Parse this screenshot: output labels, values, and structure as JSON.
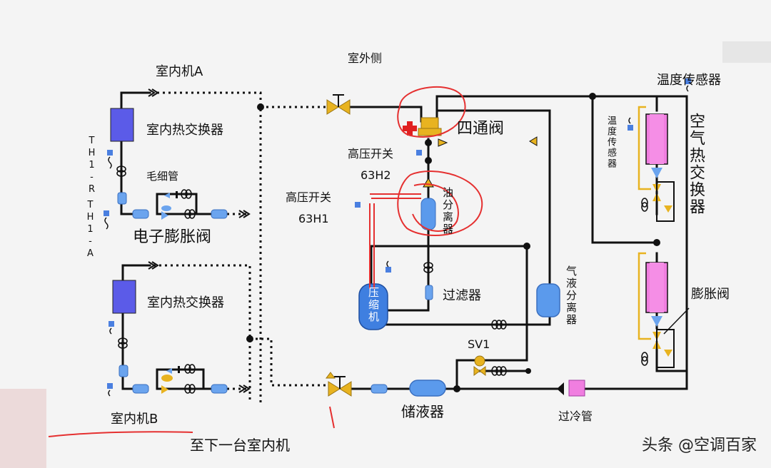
{
  "labels": {
    "outdoor_side": "室外侧",
    "indoor_a": "室内机A",
    "indoor_b": "室内机B",
    "hx_a": "室内热交换器",
    "hx_b": "室内热交换器",
    "capillary": "毛细管",
    "eev": "电子膨胀阀",
    "th1r": "TH1-R",
    "th1a": "TH1-A",
    "four_way": "四通阀",
    "hp_switch_2": "高压开关",
    "hp_63h2": "63H2",
    "hp_switch_1": "高压开关",
    "hp_63h1": "63H1",
    "oil_sep": "油分离器",
    "compressor": "压缩机",
    "filter": "过滤器",
    "gas_liquid_sep": "气液分离器",
    "sv1": "SV1",
    "receiver": "储液器",
    "subcool": "过冷管",
    "next_unit": "至下一台室内机",
    "temp_sensor": "温度传感器",
    "temp_sensor_vert": "温度传感器",
    "air_hx": "空气热交换器",
    "exp_valve": "膨胀阀",
    "watermark": "头条 @空调百家"
  },
  "colors": {
    "pipe": "#111111",
    "indoor_hx": "#5a5ae6",
    "air_hx": "#f07ee0",
    "compressor": "#3f7fe0",
    "component_blue": "#6ba4ee",
    "valve": "#e8b320",
    "annotation": "#e53030",
    "expansion_yellow": "#f0c040"
  },
  "icons": [
    "valve-icon",
    "solenoid-icon",
    "sensor-icon",
    "check-valve-icon",
    "coil-icon"
  ]
}
